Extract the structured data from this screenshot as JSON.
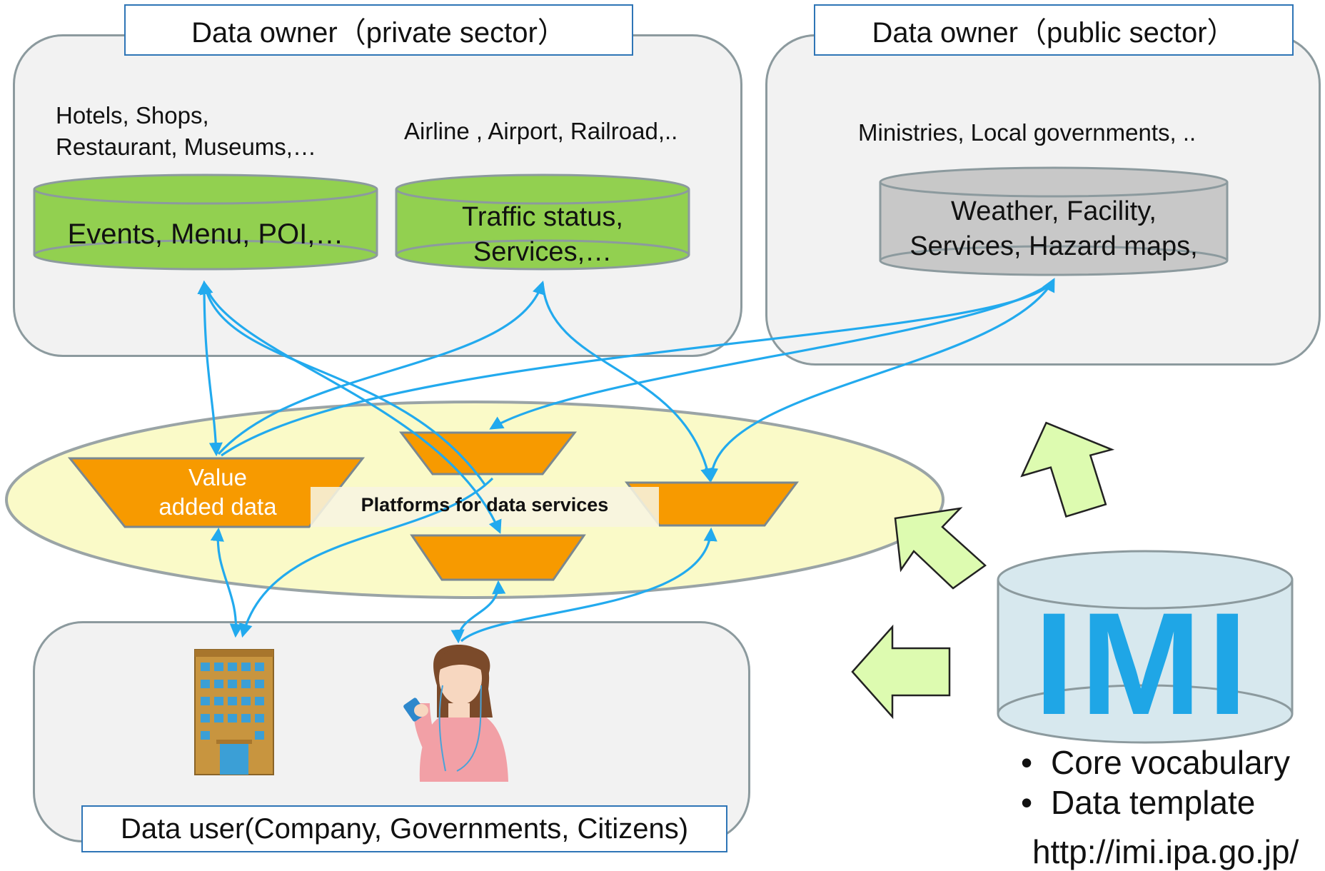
{
  "private_owner": {
    "title": "Data owner（private sector）",
    "group1_label": "Hotels, Shops,\nRestaurant, Museums,…",
    "group2_label": "Airline , Airport, Railroad,..",
    "db1_text": "Events, Menu, POI,…",
    "db2_text": "Traffic status,\nServices,…"
  },
  "public_owner": {
    "title": "Data owner（public sector）",
    "label": "Ministries, Local governments, ..",
    "db_text": "Weather, Facility,\nServices, Hazard maps,"
  },
  "platform": {
    "value_added": "Value\nadded data",
    "label": "Platforms for data services"
  },
  "data_user": {
    "title": "Data user(Company, Governments, Citizens)"
  },
  "imi": {
    "logo_text": "IMI",
    "bullets": [
      "Core vocabulary",
      "Data template"
    ],
    "url": "http://imi.ipa.go.jp/"
  },
  "colors": {
    "arrow": "#22aaee",
    "orange": "#f79a00",
    "green_db": "#92d050",
    "gray_db": "#c8c8c8",
    "imi_blue": "#1fa6e6",
    "imi_db": "#d7e8ee",
    "ellipse": "#fafac8",
    "big_arrow": "#ddfbb0"
  },
  "icons": [
    "office-building-icon",
    "woman-with-smartphone-icon"
  ]
}
